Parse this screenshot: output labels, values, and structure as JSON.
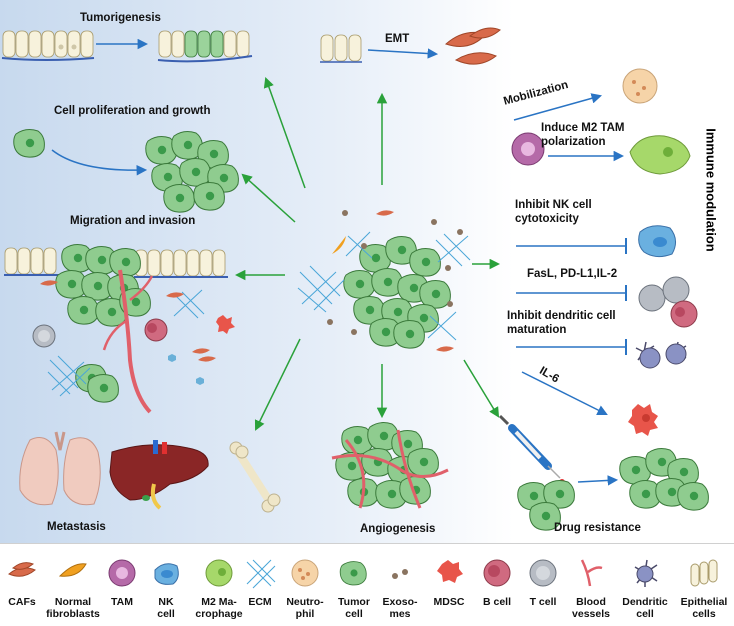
{
  "labels": {
    "tumorigenesis": "Tumorigenesis",
    "proliferation": "Cell  proliferation and growth",
    "migration": "Migration and invasion",
    "metastasis": "Metastasis",
    "emt": "EMT",
    "angiogenesis": "Angiogenesis",
    "drug_resistance": "Drug resistance",
    "mobilization": "Mobilization",
    "m2_l1": "Induce M2 TAM",
    "m2_l2": "polarization",
    "nk_l1": "Inhibit NK cell",
    "nk_l2": "cytotoxicity",
    "fasl": "FasL, PD-L1,IL-2",
    "dc_l1": "Inhibit dendritic cell",
    "dc_l2": "maturation",
    "il6": "IL-6",
    "immune": "Immune modulation"
  },
  "legend": [
    {
      "l1": "CAFs",
      "l2": ""
    },
    {
      "l1": "Normal",
      "l2": "fibroblasts"
    },
    {
      "l1": "TAM",
      "l2": ""
    },
    {
      "l1": "NK",
      "l2": "cell"
    },
    {
      "l1": "M2 Ma-",
      "l2": "crophage"
    },
    {
      "l1": "ECM",
      "l2": ""
    },
    {
      "l1": "Neutro-",
      "l2": "phil"
    },
    {
      "l1": "Tumor",
      "l2": "cell"
    },
    {
      "l1": "Exoso-",
      "l2": "mes"
    },
    {
      "l1": "MDSC",
      "l2": ""
    },
    {
      "l1": "B cell",
      "l2": ""
    },
    {
      "l1": "T cell",
      "l2": ""
    },
    {
      "l1": "Blood",
      "l2": "vessels"
    },
    {
      "l1": "Dendritic",
      "l2": "cell"
    },
    {
      "l1": "Epithelial",
      "l2": "cells"
    }
  ],
  "colors": {
    "green_arrow": "#2aa13a",
    "blue_arrow": "#2a74c4",
    "tumor_cell": "#8fcc8f",
    "tumor_nucleus": "#3a9a4a",
    "caf": "#d86a4a",
    "vessel": "#e0606a",
    "ecm": "#4aa6d8"
  }
}
